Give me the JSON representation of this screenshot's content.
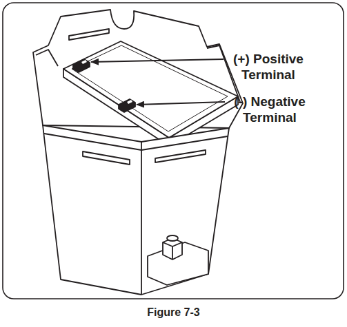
{
  "diagram": {
    "caption": "Figure 7-3",
    "labels": [
      "(+) Positive Terminal",
      "(-) Negative Terminal"
    ]
  }
}
